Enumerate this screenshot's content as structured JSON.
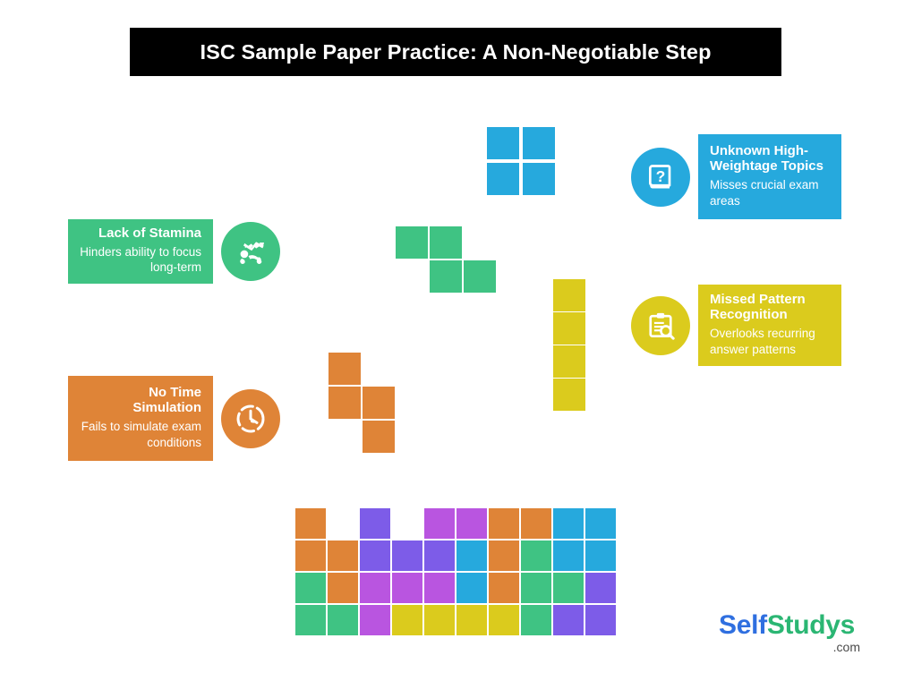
{
  "header": {
    "title": "ISC Sample Paper Practice: A Non-Negotiable Step",
    "background_color": "#000000",
    "text_color": "#ffffff"
  },
  "cards": [
    {
      "id": "stamina",
      "side": "left",
      "title": "Lack of Stamina",
      "description": "Hinders ability to focus long-term",
      "color": "#3fc383",
      "icon": "running-person-chart-icon"
    },
    {
      "id": "notime",
      "side": "left",
      "title": "No Time Simulation",
      "description": "Fails to simulate exam conditions",
      "color": "#df8437",
      "icon": "dashed-timer-icon"
    },
    {
      "id": "unknown",
      "side": "right",
      "title": "Unknown High-Weightage Topics",
      "description": "Misses crucial exam areas",
      "color": "#26a9dd",
      "icon": "book-question-icon"
    },
    {
      "id": "pattern",
      "side": "right",
      "title": "Missed Pattern Recognition",
      "description": "Overlooks recurring answer patterns",
      "color": "#dbcb1d",
      "icon": "clipboard-search-icon"
    }
  ],
  "palette": {
    "orange": "#df8437",
    "green": "#3fc383",
    "blue": "#26a9dd",
    "yellow": "#dbcb1d",
    "violet": "#7d5ce8",
    "magenta": "#b955e0",
    "white": "#ffffff"
  },
  "tetrominoes": [
    {
      "id": "blue-o-block",
      "color": "#26a9dd",
      "cells": [
        [
          0,
          0
        ],
        [
          1,
          0
        ],
        [
          0,
          1
        ],
        [
          1,
          1
        ]
      ]
    },
    {
      "id": "green-s-block",
      "color": "#3fc383",
      "cells": [
        [
          0,
          0
        ],
        [
          1,
          0
        ],
        [
          1,
          1
        ],
        [
          2,
          1
        ]
      ]
    },
    {
      "id": "orange-s-block",
      "color": "#df8437",
      "cells": [
        [
          0,
          0
        ],
        [
          0,
          1
        ],
        [
          1,
          1
        ],
        [
          1,
          2
        ]
      ]
    },
    {
      "id": "yellow-i-block",
      "color": "#dbcb1d",
      "cells": [
        [
          0,
          0
        ],
        [
          0,
          1
        ],
        [
          0,
          2
        ],
        [
          0,
          3
        ]
      ]
    }
  ],
  "mosaic": {
    "columns": 10,
    "rows": 4,
    "cells": [
      [
        "orange",
        "none",
        "violet",
        "none",
        "magenta",
        "magenta",
        "orange",
        "orange",
        "blue",
        "blue"
      ],
      [
        "orange",
        "orange",
        "violet",
        "violet",
        "violet",
        "blue",
        "orange",
        "green",
        "blue",
        "blue"
      ],
      [
        "green",
        "orange",
        "magenta",
        "magenta",
        "magenta",
        "blue",
        "orange",
        "green",
        "green",
        "violet"
      ],
      [
        "green",
        "green",
        "magenta",
        "yellow",
        "yellow",
        "yellow",
        "yellow",
        "green",
        "violet",
        "violet"
      ]
    ]
  },
  "logo": {
    "part1": "Self",
    "part2": "Studys",
    "suffix": ".com",
    "part1_color": "#2f6fe0",
    "part2_color": "#2bb673"
  }
}
